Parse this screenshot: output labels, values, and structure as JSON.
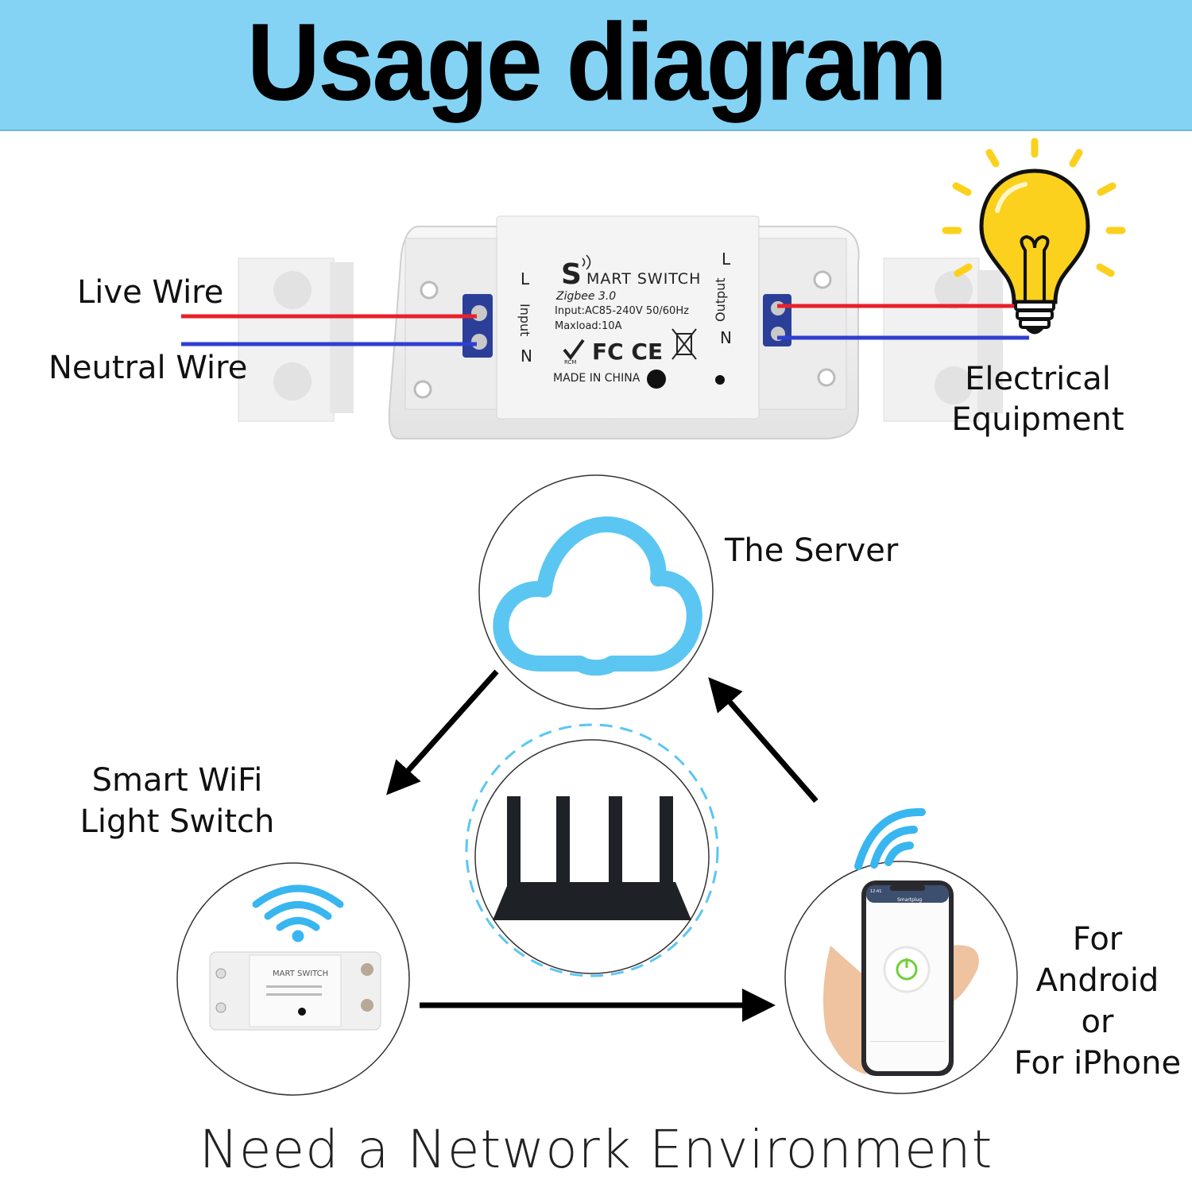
{
  "banner": {
    "title": "Usage diagram"
  },
  "wiring": {
    "live_wire": "Live Wire",
    "neutral_wire": "Neutral Wire",
    "equipment_line1": "Electrical",
    "equipment_line2": "Equipment",
    "device": {
      "logo_letter": "S",
      "name": "MART SWITCH",
      "model": "Zigbee 3.0",
      "input_spec": "Input:AC85-240V 50/60Hz",
      "maxload": "Maxload:10A",
      "certs": "FC CE",
      "rcm": "RCM",
      "origin": "MADE IN CHINA",
      "input_side": "Input",
      "output_side": "Output",
      "terminal_l": "L",
      "terminal_n": "N"
    }
  },
  "network": {
    "server_label": "The Server",
    "switch_line1": "Smart WiFi",
    "switch_line2": "Light Switch",
    "phone_line1": "For",
    "phone_line2": "Android",
    "phone_line3": "or",
    "phone_line4": "For iPhone",
    "phone_app_title": "Smartplug",
    "phone_time": "12:41",
    "mini_switch_name": "MART SWITCH"
  },
  "footer": "Need a Network Environment",
  "colors": {
    "banner": "#84d3f5",
    "cloud": "#5bc6f2",
    "live_wire": "#e8212b",
    "neutral_wire": "#2f3fd0",
    "bulb": "#fbd11e",
    "wifi": "#38b6f0",
    "router": "#1e2227",
    "power_button": "#6fcf3a"
  }
}
